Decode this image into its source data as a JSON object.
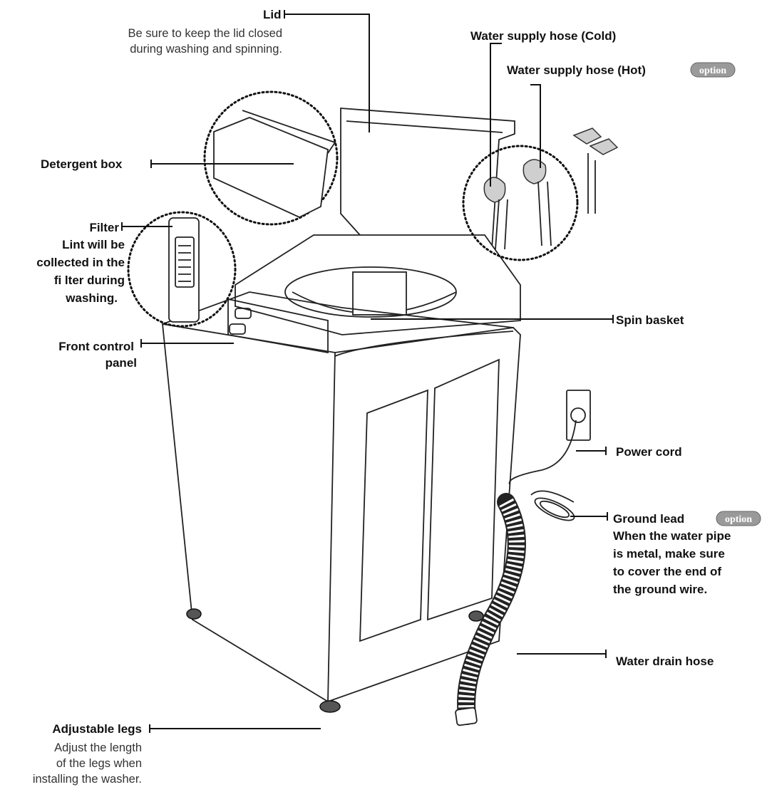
{
  "labels": {
    "lid": {
      "title": "Lid",
      "desc": [
        "Be sure to keep the lid closed",
        "during washing and spinning."
      ]
    },
    "water_cold": {
      "title": "Water supply hose (Cold)"
    },
    "water_hot": {
      "title": "Water supply hose (Hot)",
      "badge": "option"
    },
    "detergent_box": {
      "title": "Detergent box"
    },
    "filter": {
      "title": "Filter",
      "desc": [
        "Lint will be",
        "collected in the",
        "fi lter during",
        "washing."
      ]
    },
    "front_panel": {
      "title": [
        "Front control",
        "panel"
      ]
    },
    "spin_basket": {
      "title": "Spin basket"
    },
    "power_cord": {
      "title": "Power cord"
    },
    "ground_lead": {
      "title": "Ground lead",
      "badge": "option",
      "desc": [
        "When the water pipe",
        "is metal, make sure",
        "to cover the end of",
        "the ground wire."
      ]
    },
    "drain_hose": {
      "title": "Water drain hose"
    },
    "legs": {
      "title": "Adjustable legs",
      "desc": [
        "Adjust the length",
        "of the legs when",
        "installing the washer."
      ]
    }
  },
  "colors": {
    "line": "#111111",
    "badge": "#9a9a9a",
    "cabinet": "#ffffff"
  }
}
